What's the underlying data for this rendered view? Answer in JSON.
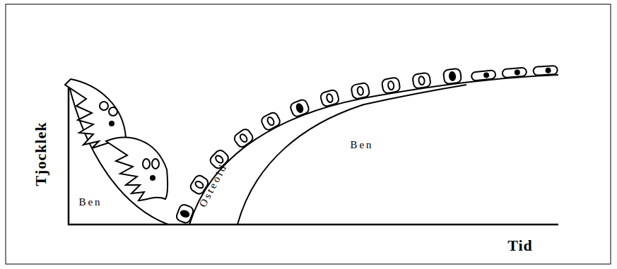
{
  "diagram": {
    "labels": [
      "Tjocklek",
      "Tid",
      "Ben",
      "Osteoid",
      "Ben"
    ]
  }
}
